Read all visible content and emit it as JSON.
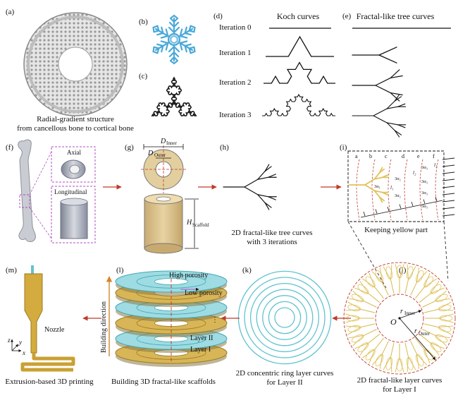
{
  "panels": {
    "a": {
      "tag": "(a)",
      "caption_1": "Radial-gradient structure",
      "caption_2": "from cancellous bone to cortical bone"
    },
    "b": {
      "tag": "(b)"
    },
    "c": {
      "tag": "(c)"
    },
    "d": {
      "tag": "(d)",
      "heading": "Koch curves",
      "iterations": [
        "Iteration 0",
        "Iteration 1",
        "Iteration 2",
        "Iteration 3"
      ]
    },
    "e": {
      "tag": "(e)",
      "heading": "Fractal-like tree curves"
    },
    "f": {
      "tag": "(f)",
      "axial": "Axial",
      "longitudinal": "Longitudinal"
    },
    "g": {
      "tag": "(g)",
      "d_inner": "D",
      "d_inner_sub": "Inner",
      "d_outer": "D",
      "d_outer_sub": "Outer",
      "h_scaffold": "H",
      "h_scaffold_sub": "Scaffold"
    },
    "h": {
      "tag": "(h)",
      "caption_1": "2D fractal-like tree curves",
      "caption_2": "with 3 iterations"
    },
    "i": {
      "tag": "(i)",
      "caption": "Keeping yellow part",
      "zones": [
        "a",
        "b",
        "c",
        "d",
        "e",
        "f"
      ],
      "angle_labels": [
        "3α₁",
        "3α₂",
        "3α₂",
        "3α₃",
        "3α₃",
        "3α₃",
        "3α₃"
      ],
      "length_labels": [
        "l₁",
        "l₂",
        "l₃"
      ]
    },
    "j": {
      "tag": "(j)",
      "caption_1": "2D fractal-like layer curves",
      "caption_2": "for Layer I",
      "center": "O",
      "r_inner": "r",
      "r_inner_sub": "Inner",
      "r_outer": "r",
      "r_outer_sub": "Outer"
    },
    "k": {
      "tag": "(k)",
      "caption_1": "2D concentric ring layer curves",
      "caption_2": "for Layer II"
    },
    "l": {
      "tag": "(l)",
      "caption": "Building 3D fractal-like scaffolds",
      "building_direction": "Building direction",
      "high_porosity": "High porosity",
      "low_porosity": "Low porosity",
      "dots": "⋮",
      "layer_2": "Layer II",
      "layer_1": "Layer I"
    },
    "m": {
      "tag": "(m)",
      "nozzle": "Nozzle",
      "caption": "Extrusion-based 3D printing",
      "axis_z": "z",
      "axis_y": "y",
      "axis_x": "x"
    }
  },
  "colors": {
    "accent_red": "#c0392b",
    "tree_yellow": "#e1c25a",
    "nozzle_gold": "#c9a033",
    "ring_cyan": "#62c3cf",
    "snowflake_blue": "#4aa9d8",
    "bone_gray": "#b9bcc4",
    "dash_magenta": "#b04cc0",
    "cylinder_tan": "#d9bf8a"
  }
}
